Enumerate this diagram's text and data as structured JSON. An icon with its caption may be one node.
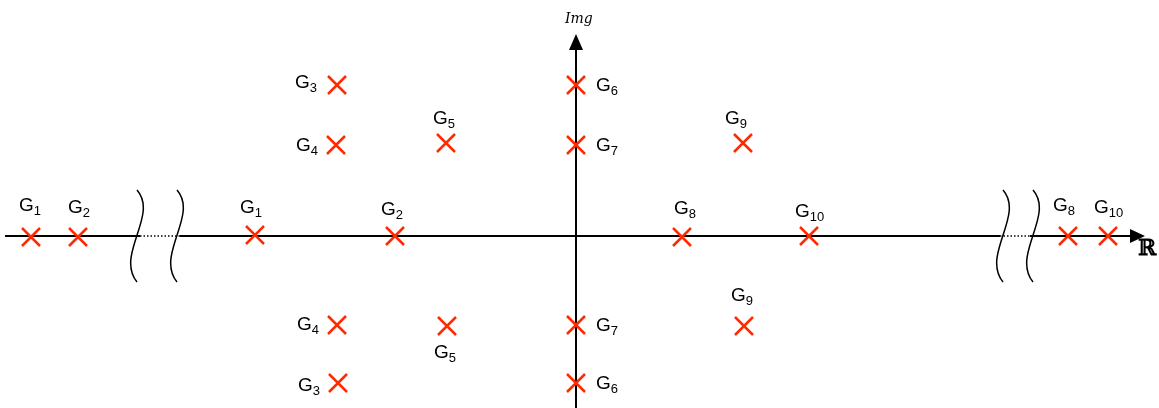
{
  "diagram": {
    "labels": [
      "Img",
      "G$_{3}$",
      "G$_{6}$",
      "G$_{5}$",
      "G$_{9}$",
      "G$_{4}$",
      "G$_{7}$",
      "G$_{1}$",
      "G$_{2}$",
      "G$_{1}$",
      "G$_{2}$",
      "G$_{8}$",
      "G$_{10}$",
      "G$_{8}$",
      "G$_{10}$",
      "ℝ",
      "G$_{9}$",
      "G$_{4}$",
      "G$_{7}$",
      "G$_{5}$",
      "G$_{3}$",
      "G$_{6}$"
    ]
  }
}
